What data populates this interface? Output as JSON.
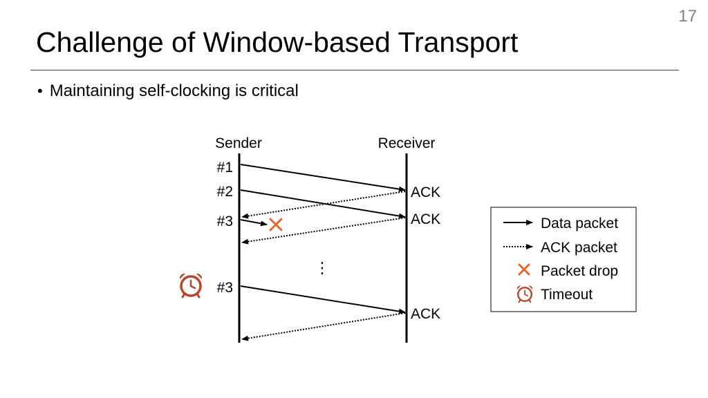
{
  "slide": {
    "number": "17",
    "title": "Challenge of Window-based Transport",
    "bullet": "Maintaining self-clocking is critical"
  },
  "diagram": {
    "sender_label": "Sender",
    "receiver_label": "Receiver",
    "packet_labels": [
      "#1",
      "#2",
      "#3",
      "#3"
    ],
    "ack_labels": [
      "ACK",
      "ACK",
      "ACK"
    ],
    "ellipsis": "⋮",
    "colors": {
      "drop": "#e0682f",
      "timeout": "#b5462b",
      "line": "#000000"
    },
    "icons": {
      "drop": "x-mark-icon",
      "timeout": "alarm-clock-icon"
    }
  },
  "legend": {
    "items": [
      {
        "label": "Data packet",
        "icon": "solid-arrow-icon"
      },
      {
        "label": "ACK packet",
        "icon": "dotted-arrow-icon"
      },
      {
        "label": "Packet drop",
        "icon": "x-mark-icon"
      },
      {
        "label": "Timeout",
        "icon": "alarm-clock-icon"
      }
    ]
  }
}
